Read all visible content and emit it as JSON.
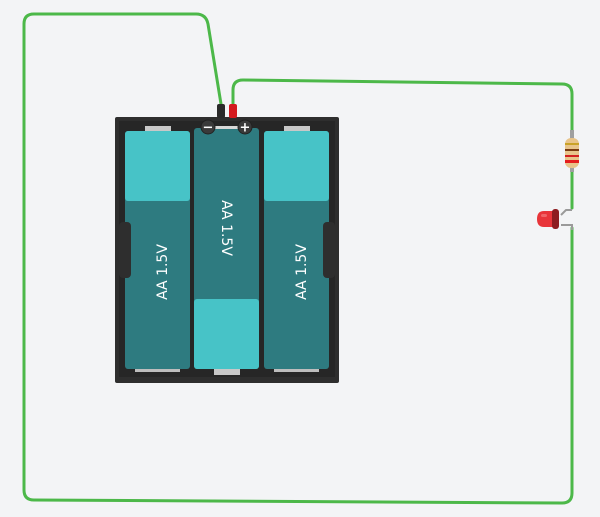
{
  "workspace": {
    "background_color": "#f3f4f6",
    "wire_color": "#4cb849"
  },
  "battery_holder": {
    "frame_color": "#2e2e2e",
    "negative_terminal_symbol": "−",
    "positive_terminal_symbol": "+",
    "negative_lead_color": "#2a2a2a",
    "positive_lead_color": "#d4191e",
    "batteries": [
      {
        "label": "AA 1.5V",
        "orientation": "positive-up",
        "dark_color": "#2e7b80",
        "light_color": "#47c3c7"
      },
      {
        "label": "AA 1.5V",
        "orientation": "positive-down",
        "dark_color": "#2e7b80",
        "light_color": "#47c3c7"
      },
      {
        "label": "AA 1.5V",
        "orientation": "positive-up",
        "dark_color": "#2e7b80",
        "light_color": "#47c3c7"
      }
    ]
  },
  "resistor": {
    "body_color": "#e8c48a",
    "bands": [
      "#c9a227",
      "#7a3b10",
      "#d42020",
      "#e51d1d"
    ]
  },
  "led": {
    "color": "#e8353a",
    "rim_color": "#8e1c20"
  }
}
